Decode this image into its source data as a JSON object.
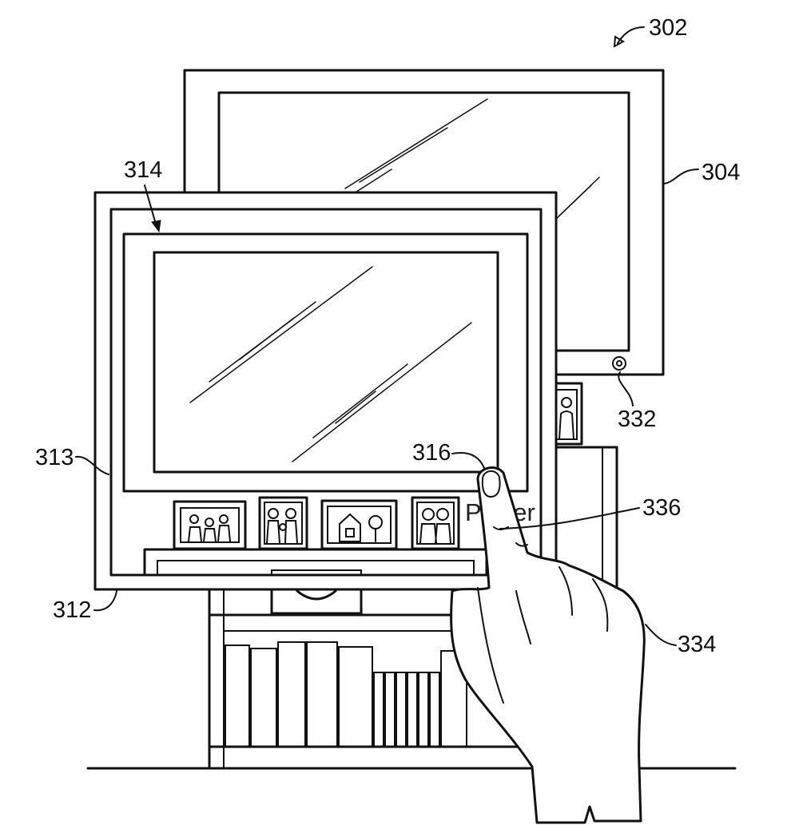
{
  "figure": {
    "references": {
      "system": "302",
      "display_device": "304",
      "mobile_device": "312",
      "device_housing": "313",
      "device_screen": "314",
      "touch_point": "316",
      "camera": "332",
      "hand": "334",
      "overlay_label": "336"
    },
    "overlay_text": "Power"
  }
}
